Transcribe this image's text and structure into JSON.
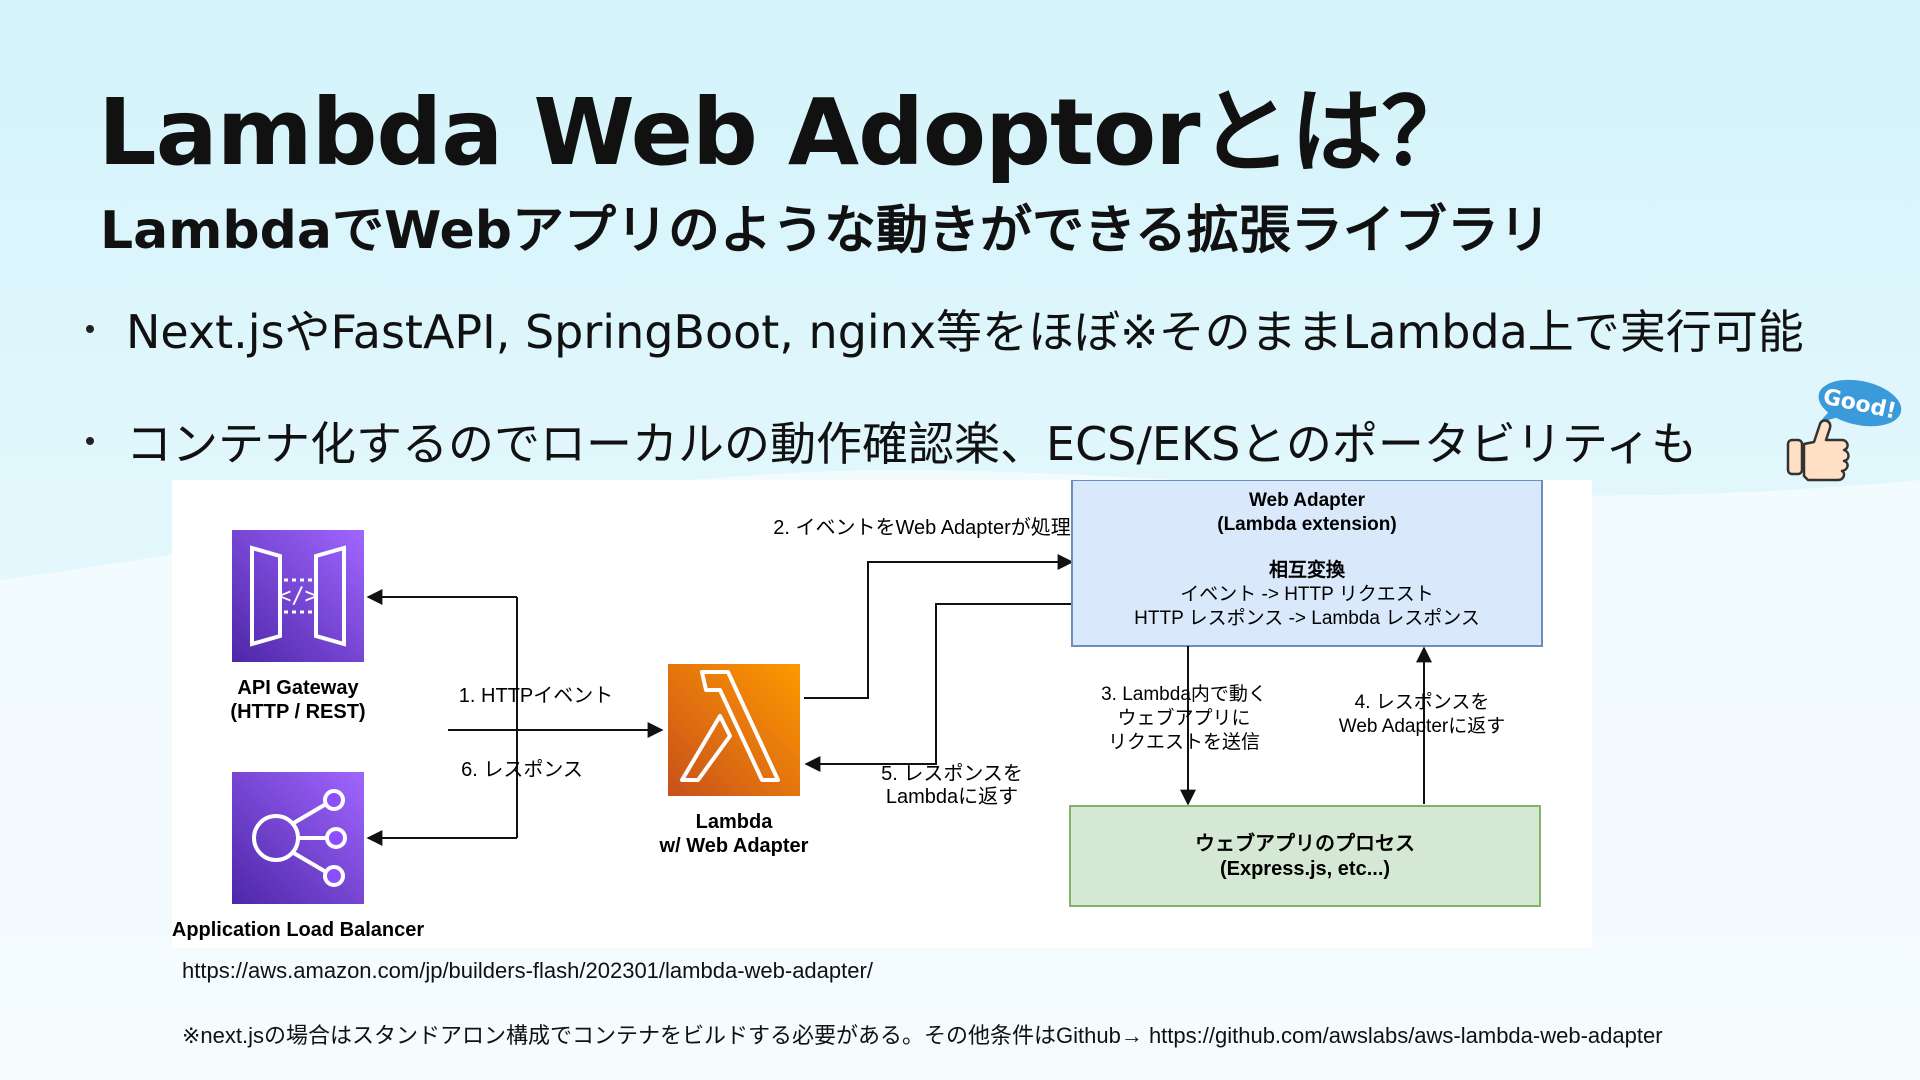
{
  "slide": {
    "title": "Lambda Web Adoptorとは？",
    "subtitle": "LambdaでWebアプリのような動きができる拡張ライブラリ",
    "bullets": [
      "Next.jsやFastAPI, SpringBoot, nginx等をほぼ※そのままLambda上で実行可能",
      "コンテナ化するのでローカルの動作確認楽、ECS/EKSとのポータビリティも"
    ],
    "sticker_text": "Good!",
    "reference_url": "https://aws.amazon.com/jp/builders-flash/202301/lambda-web-adapter/",
    "footnote": "※next.jsの場合はスタンドアロン構成でコンテナをビルドする必要がある。その他条件はGithub→ https://github.com/awslabs/aws-lambda-web-adapter"
  },
  "diagram": {
    "api_gateway": {
      "line1": "API Gateway",
      "line2": "(HTTP / REST)"
    },
    "alb": {
      "label": "Application Load Balancer"
    },
    "lambda": {
      "line1": "Lambda",
      "line2": "w/ Web Adapter"
    },
    "web_adapter": {
      "line1": "Web Adapter",
      "line2": "(Lambda extension)",
      "line3": "相互変換",
      "line4": "イベント -> HTTP リクエスト",
      "line5": "HTTP レスポンス -> Lambda レスポンス"
    },
    "webapp": {
      "line1": "ウェブアプリのプロセス",
      "line2": "(Express.js, etc...)"
    },
    "steps": {
      "s1": "1. HTTPイベント",
      "s2": "2. イベントをWeb Adapterが処理",
      "s3_l1": "3. Lambda内で動く",
      "s3_l2": "ウェブアプリに",
      "s3_l3": "リクエストを送信",
      "s4_l1": "4. レスポンスを",
      "s4_l2": "Web Adapterに返す",
      "s5_l1": "5. レスポンスを",
      "s5_l2": "Lambdaに返す",
      "s6": "6. レスポンス"
    },
    "colors": {
      "aws_purple": "#8c4fff",
      "lambda_orange": "#ed7100",
      "adapter_fill": "#dae8fc",
      "adapter_stroke": "#6c8ebf",
      "webapp_fill": "#d5e8d4",
      "webapp_stroke": "#82b366"
    }
  }
}
